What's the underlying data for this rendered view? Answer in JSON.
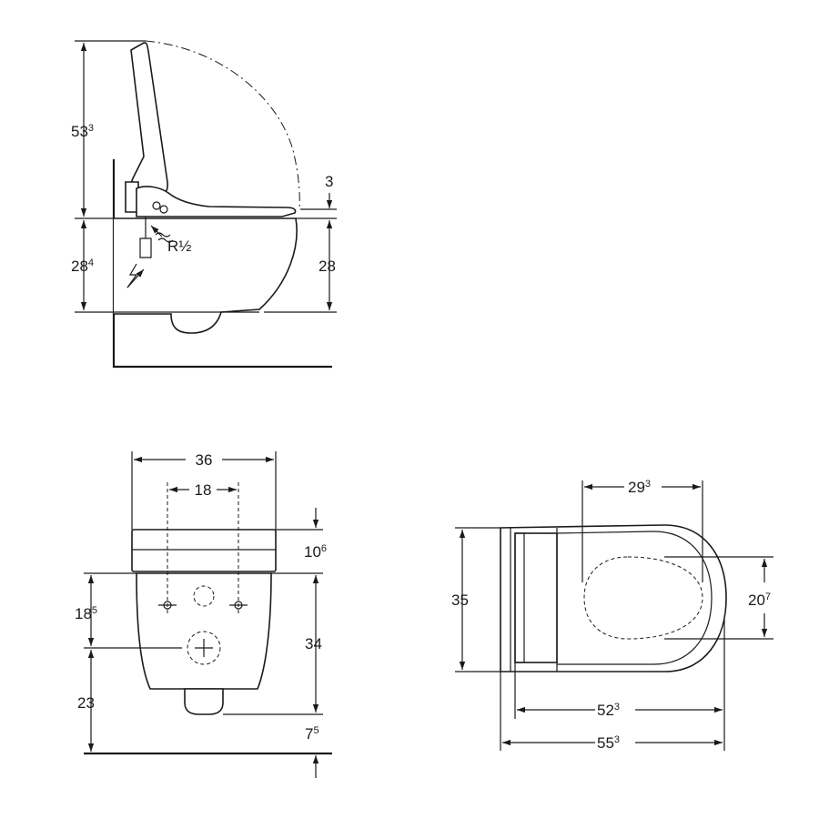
{
  "side_view": {
    "dimensions": [
      {
        "id": "height_total",
        "main": "53",
        "sup": "3"
      },
      {
        "id": "seat_gap",
        "main": "3",
        "sup": ""
      },
      {
        "id": "height_seat_left",
        "main": "28",
        "sup": "4"
      },
      {
        "id": "height_seat_right",
        "main": "28",
        "sup": ""
      }
    ],
    "water_connection_label": "R½"
  },
  "front_view": {
    "dimensions": [
      {
        "id": "width_total",
        "main": "36",
        "sup": ""
      },
      {
        "id": "fixing_spacing",
        "main": "18",
        "sup": ""
      },
      {
        "id": "lid_height",
        "main": "10",
        "sup": "6"
      },
      {
        "id": "fixing_height",
        "main": "18",
        "sup": "5"
      },
      {
        "id": "bowl_height",
        "main": "34",
        "sup": ""
      },
      {
        "id": "drain_height",
        "main": "23",
        "sup": ""
      },
      {
        "id": "outlet_offset",
        "main": "7",
        "sup": "5"
      }
    ]
  },
  "top_view": {
    "dimensions": [
      {
        "id": "opening_length",
        "main": "29",
        "sup": "3"
      },
      {
        "id": "width",
        "main": "35",
        "sup": ""
      },
      {
        "id": "opening_width",
        "main": "20",
        "sup": "7"
      },
      {
        "id": "length_inner",
        "main": "52",
        "sup": "3"
      },
      {
        "id": "length_total",
        "main": "55",
        "sup": "3"
      }
    ]
  }
}
